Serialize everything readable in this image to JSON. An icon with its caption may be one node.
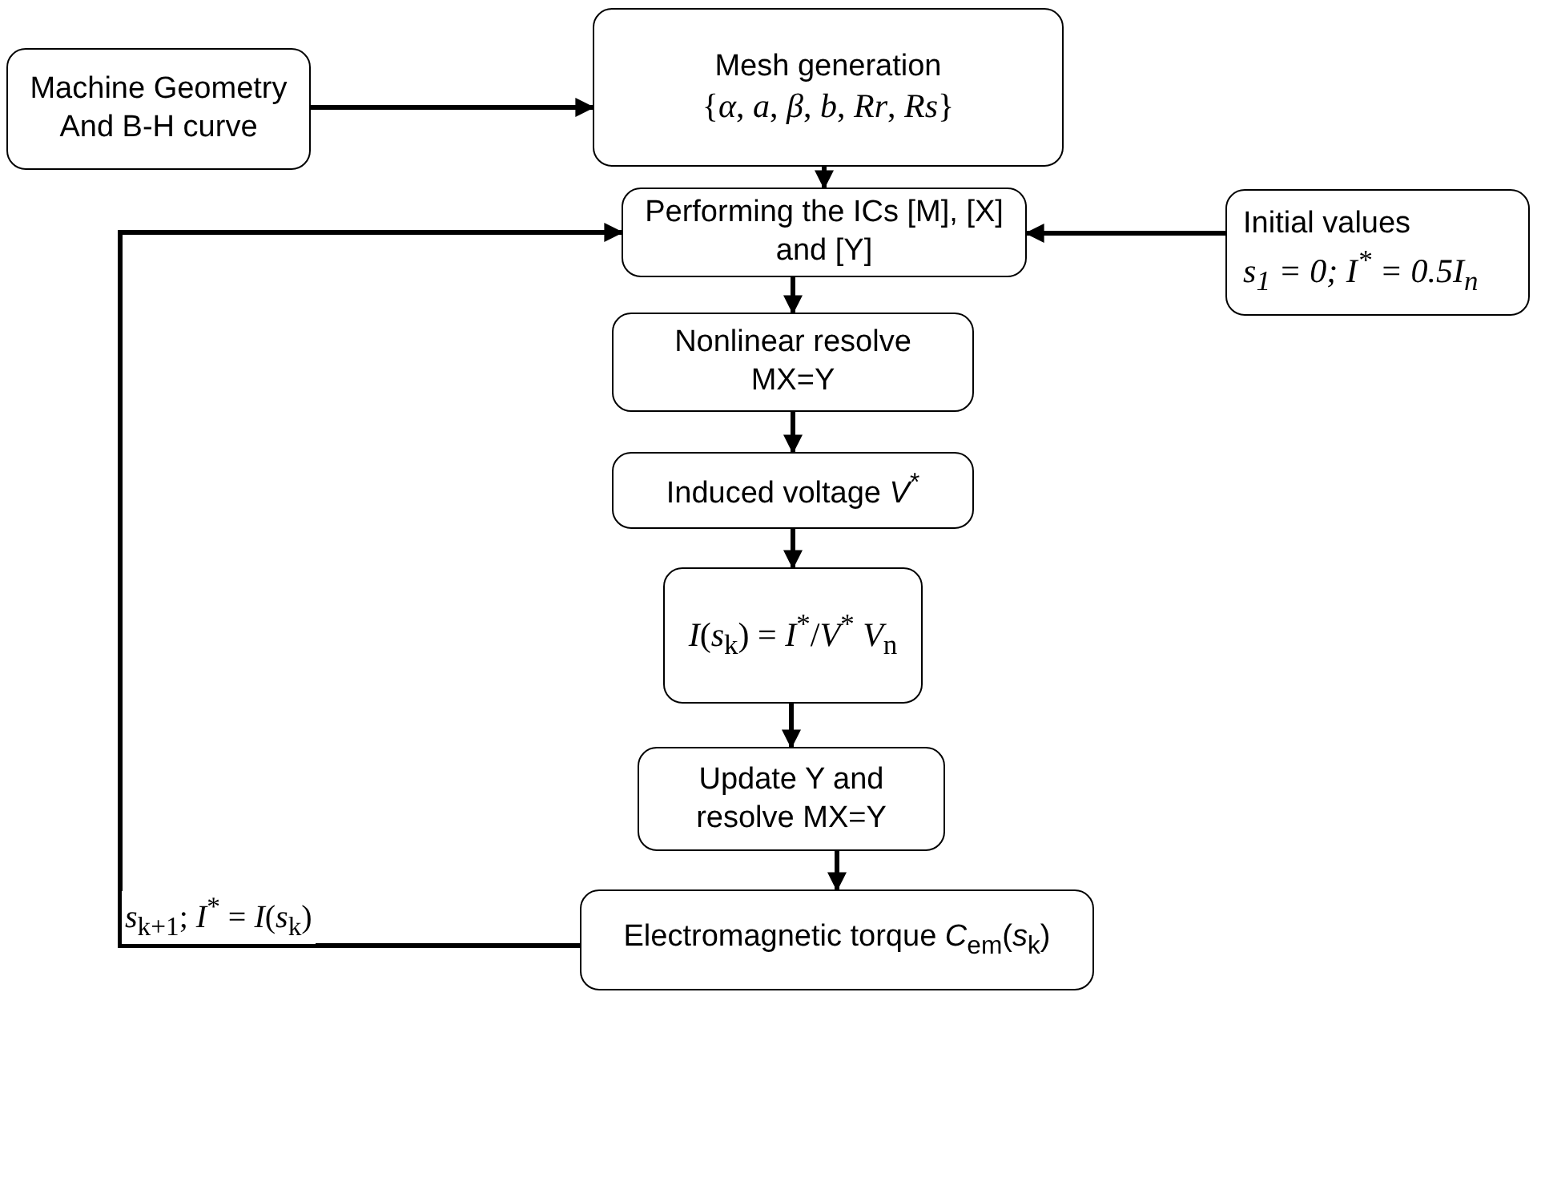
{
  "diagram": {
    "nodes": [
      {
        "text": [
          "Machine Geometry And B-H curve"
        ]
      },
      {
        "text": [
          "Mesh generation",
          "{*α*, *a*, *β*, *b*, *Rr*, *Rs*}"
        ]
      },
      {
        "text": [
          "Performing the ICs [M], [X] and [Y]"
        ]
      },
      {
        "text": [
          "Initial values",
          "s$_{1}$ = 0; I$^{*}$ = 0.5I$_{n}$"
        ]
      },
      {
        "text": [
          "Nonlinear resolve MX=Y"
        ]
      },
      {
        "text": [
          "Induced voltage *V*$^{*}$"
        ]
      },
      {
        "text": [
          "*I*(*s*$_{k}$) = *I*$^{*}$/*V*$^{*}$ *V*$_{n}$"
        ]
      },
      {
        "text": [
          "Update Y and resolve MX=Y"
        ]
      },
      {
        "text": [
          "Electromagnetic torque  *C*$_{em}$(*s*$_{k}$)"
        ]
      }
    ],
    "edges": [
      {
        "from": 0,
        "to": 1,
        "arrow": "to"
      },
      {
        "from": 1,
        "to": 2,
        "arrow": "to"
      },
      {
        "from": 3,
        "to": 2,
        "arrow": "to"
      },
      {
        "from": 2,
        "to": 4,
        "arrow": "to"
      },
      {
        "from": 4,
        "to": 5,
        "arrow": "to"
      },
      {
        "from": 5,
        "to": 6,
        "arrow": "to"
      },
      {
        "from": 6,
        "to": 7,
        "arrow": "to"
      },
      {
        "from": 7,
        "to": 8,
        "arrow": "to"
      },
      {
        "from": 8,
        "to": 2,
        "arrow": "to",
        "label": "*s*$_{k+1}$; *I*$^{*}$ = *I*(*s*$_{k}$)"
      }
    ]
  }
}
